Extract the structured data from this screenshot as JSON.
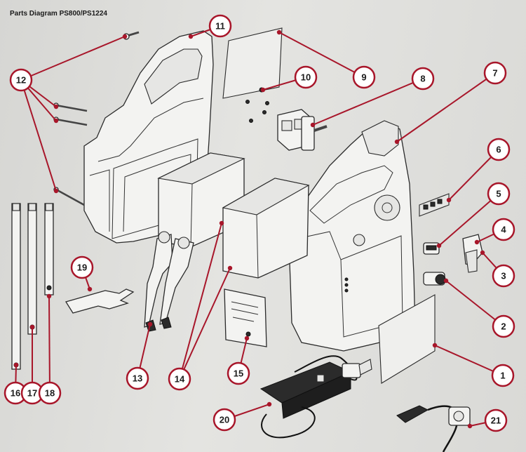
{
  "title": "Parts Diagram PS800/PS1224",
  "colors": {
    "callout_ring": "#a8162a",
    "leader_line": "#a8162a",
    "outline": "#2a2a2a",
    "background": "#e0e0dd"
  },
  "callouts": [
    {
      "label": "1"
    },
    {
      "label": "2"
    },
    {
      "label": "3"
    },
    {
      "label": "4"
    },
    {
      "label": "5"
    },
    {
      "label": "6"
    },
    {
      "label": "7"
    },
    {
      "label": "8"
    },
    {
      "label": "9"
    },
    {
      "label": "10"
    },
    {
      "label": "11"
    },
    {
      "label": "12"
    },
    {
      "label": "13"
    },
    {
      "label": "14"
    },
    {
      "label": "15"
    },
    {
      "label": "16"
    },
    {
      "label": "17"
    },
    {
      "label": "18"
    },
    {
      "label": "19"
    },
    {
      "label": "20"
    },
    {
      "label": "21"
    }
  ]
}
